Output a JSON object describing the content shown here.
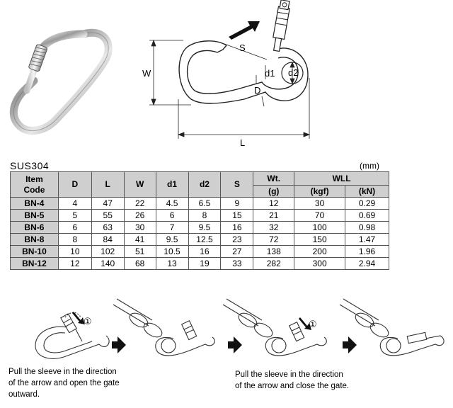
{
  "drawing_labels": {
    "s": "S",
    "w": "W",
    "d1": "d1",
    "d2": "d2",
    "d": "D",
    "l": "L"
  },
  "spec_table": {
    "material": "SUS304",
    "unit_note": "(mm)",
    "headers": {
      "item": "Item",
      "code": "Code",
      "d": "D",
      "l": "L",
      "w": "W",
      "d1": "d1",
      "d2": "d2",
      "s": "S",
      "wt": "Wt.",
      "wt_unit": "(g)",
      "wll": "WLL",
      "wll_kgf": "(kgf)",
      "wll_kn": "(kN)"
    },
    "rows": [
      {
        "code": "BN-4",
        "d": "4",
        "l": "47",
        "w": "22",
        "d1": "4.5",
        "d2": "6.5",
        "s": "9",
        "wt": "12",
        "kgf": "30",
        "kn": "0.29"
      },
      {
        "code": "BN-5",
        "d": "5",
        "l": "55",
        "w": "26",
        "d1": "6",
        "d2": "8",
        "s": "15",
        "wt": "21",
        "kgf": "70",
        "kn": "0.69"
      },
      {
        "code": "BN-6",
        "d": "6",
        "l": "63",
        "w": "30",
        "d1": "7",
        "d2": "9.5",
        "s": "16",
        "wt": "32",
        "kgf": "100",
        "kn": "0.98"
      },
      {
        "code": "BN-8",
        "d": "8",
        "l": "84",
        "w": "41",
        "d1": "9.5",
        "d2": "12.5",
        "s": "23",
        "wt": "72",
        "kgf": "150",
        "kn": "1.47"
      },
      {
        "code": "BN-10",
        "d": "10",
        "l": "102",
        "w": "51",
        "d1": "10.5",
        "d2": "16",
        "s": "27",
        "wt": "138",
        "kgf": "200",
        "kn": "1.96"
      },
      {
        "code": "BN-12",
        "d": "12",
        "l": "140",
        "w": "68",
        "d1": "13",
        "d2": "19",
        "s": "33",
        "wt": "282",
        "kgf": "300",
        "kn": "2.94"
      }
    ]
  },
  "instructions": {
    "step_marker": "①",
    "open_caption": [
      "Pull the sleeve in the direction",
      "of the arrow and open the gate",
      "outward."
    ],
    "close_caption": [
      "Pull the sleeve in the direction",
      "of the arrow and close the gate."
    ]
  },
  "colors": {
    "header_gray": "#cfcfcf",
    "line": "#222222"
  }
}
